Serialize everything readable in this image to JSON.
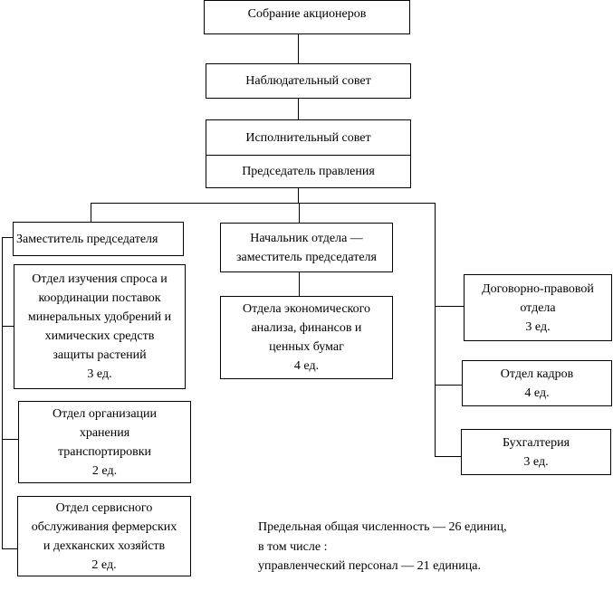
{
  "top": {
    "shareholders": "Собрание акционеров",
    "supervisory": "Наблюдательный совет",
    "executive": "Исполнительный совет",
    "chairman": "Председатель правления"
  },
  "left": {
    "deputy": "Заместитель председателя",
    "depts": [
      {
        "lines": [
          "Отдел изучения спроса и",
          "координации поставок",
          "минеральных удобрений и",
          "химических средств",
          "защиты растений"
        ],
        "staff": "3 ед."
      },
      {
        "lines": [
          "Отдел организации",
          "хранения",
          "транспортировки"
        ],
        "staff": "2 ед."
      },
      {
        "lines": [
          "Отдел сервисного",
          "обслуживания фермерских",
          "и дехканских хозяйств"
        ],
        "staff": "2 ед."
      }
    ]
  },
  "middle": {
    "head": [
      "Начальник отдела —",
      "заместитель председателя"
    ],
    "dept": {
      "lines": [
        "Отдела экономического",
        "анализа, финансов и",
        "ценных бумаг"
      ],
      "staff": "4 ед."
    }
  },
  "right": [
    {
      "lines": [
        "Договорно-правовой",
        "отдела"
      ],
      "staff": "3 ед."
    },
    {
      "lines": [
        "Отдел кадров"
      ],
      "staff": "4 ед."
    },
    {
      "lines": [
        "Бухгалтерия"
      ],
      "staff": "3 ед."
    }
  ],
  "notes": [
    "Предельная общая численность — 26 единиц,",
    "в том числе :",
    "управленческий персонал — 21 единица."
  ]
}
